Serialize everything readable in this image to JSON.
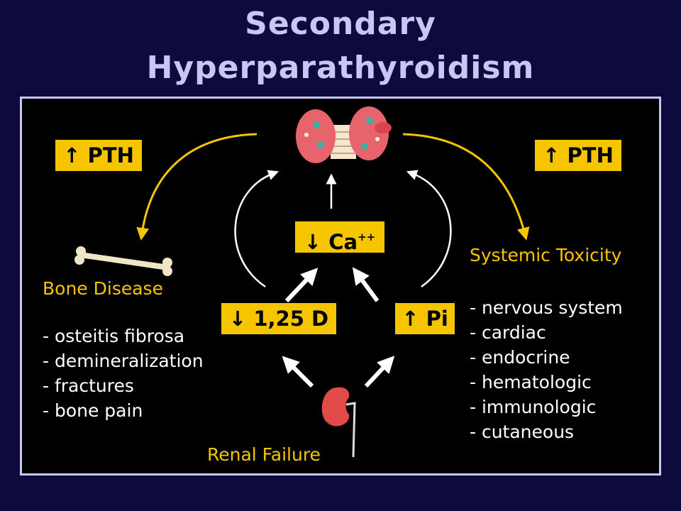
{
  "title": {
    "line1": "Secondary",
    "line2": "Hyperparathyroidism"
  },
  "nodes": {
    "pth_left": {
      "arrow": "↑",
      "label": "PTH"
    },
    "pth_right": {
      "arrow": "↑",
      "label": "PTH"
    },
    "calcium": {
      "arrow": "↓",
      "label": "Ca",
      "superscript": "++"
    },
    "vitamin_d": {
      "arrow": "↓",
      "label": "1,25 D"
    },
    "phosphate": {
      "arrow": "↑",
      "label": "Pi"
    },
    "bone_disease": "Bone Disease",
    "systemic_toxicity": "Systemic Toxicity",
    "renal_failure": "Renal Failure"
  },
  "bone_disease_items": [
    "- osteitis fibrosa",
    "- demineralization",
    "- fractures",
    "- bone pain"
  ],
  "toxicity_items": [
    "- nervous system",
    "- cardiac",
    "- endocrine",
    "- hematologic",
    "- immunologic",
    "- cutaneous"
  ],
  "colors": {
    "background": "#0d0b3e",
    "title": "#c9c6f4",
    "box": "#f5c500",
    "accent": "#f5c500",
    "text": "#ffffff"
  },
  "icons": [
    "parathyroid-gland-icon",
    "bone-icon",
    "kidney-icon"
  ]
}
